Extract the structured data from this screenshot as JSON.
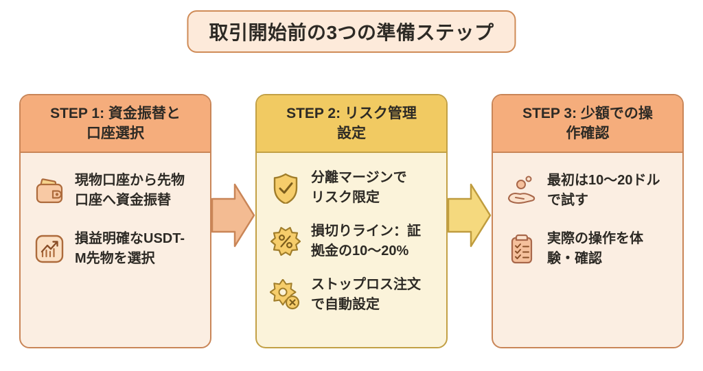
{
  "title": "取引開始前の3つの準備ステップ",
  "colors": {
    "text": "#2d2a25",
    "title_bg": "#fdeada",
    "title_border": "#cf8b57",
    "orange_header": "#f5ad7c",
    "orange_body": "#fbeee2",
    "orange_border": "#c98557",
    "gold_header": "#f1ca62",
    "gold_body": "#fbf3da",
    "gold_border": "#c2a045",
    "arrow1_fill": "#f3bb92",
    "arrow1_stroke": "#c98557",
    "arrow2_fill": "#f5d97e",
    "arrow2_stroke": "#bf9c3e"
  },
  "steps": [
    {
      "header": "STEP 1: 資金振替と\n口座選択",
      "items": [
        {
          "icon": "wallet-icon",
          "text": "現物口座から先物\n口座へ資金振替"
        },
        {
          "icon": "line-chart-icon",
          "text": "損益明確なUSDT-\nM先物を選択"
        }
      ]
    },
    {
      "header": "STEP 2: リスク管理\n設定",
      "items": [
        {
          "icon": "shield-check-icon",
          "text": "分離マージンで\nリスク限定"
        },
        {
          "icon": "percent-badge-icon",
          "text": "損切りライン：証\n拠金の10〜20%"
        },
        {
          "icon": "gear-cancel-icon",
          "text": "ストップロス注文\nで自動設定"
        }
      ]
    },
    {
      "header": "STEP 3: 少額での操\n作確認",
      "items": [
        {
          "icon": "hand-coins-icon",
          "text": "最初は10〜20ドル\nで試す"
        },
        {
          "icon": "checklist-clipboard-icon",
          "text": "実際の操作を体\n験・確認"
        }
      ]
    }
  ]
}
